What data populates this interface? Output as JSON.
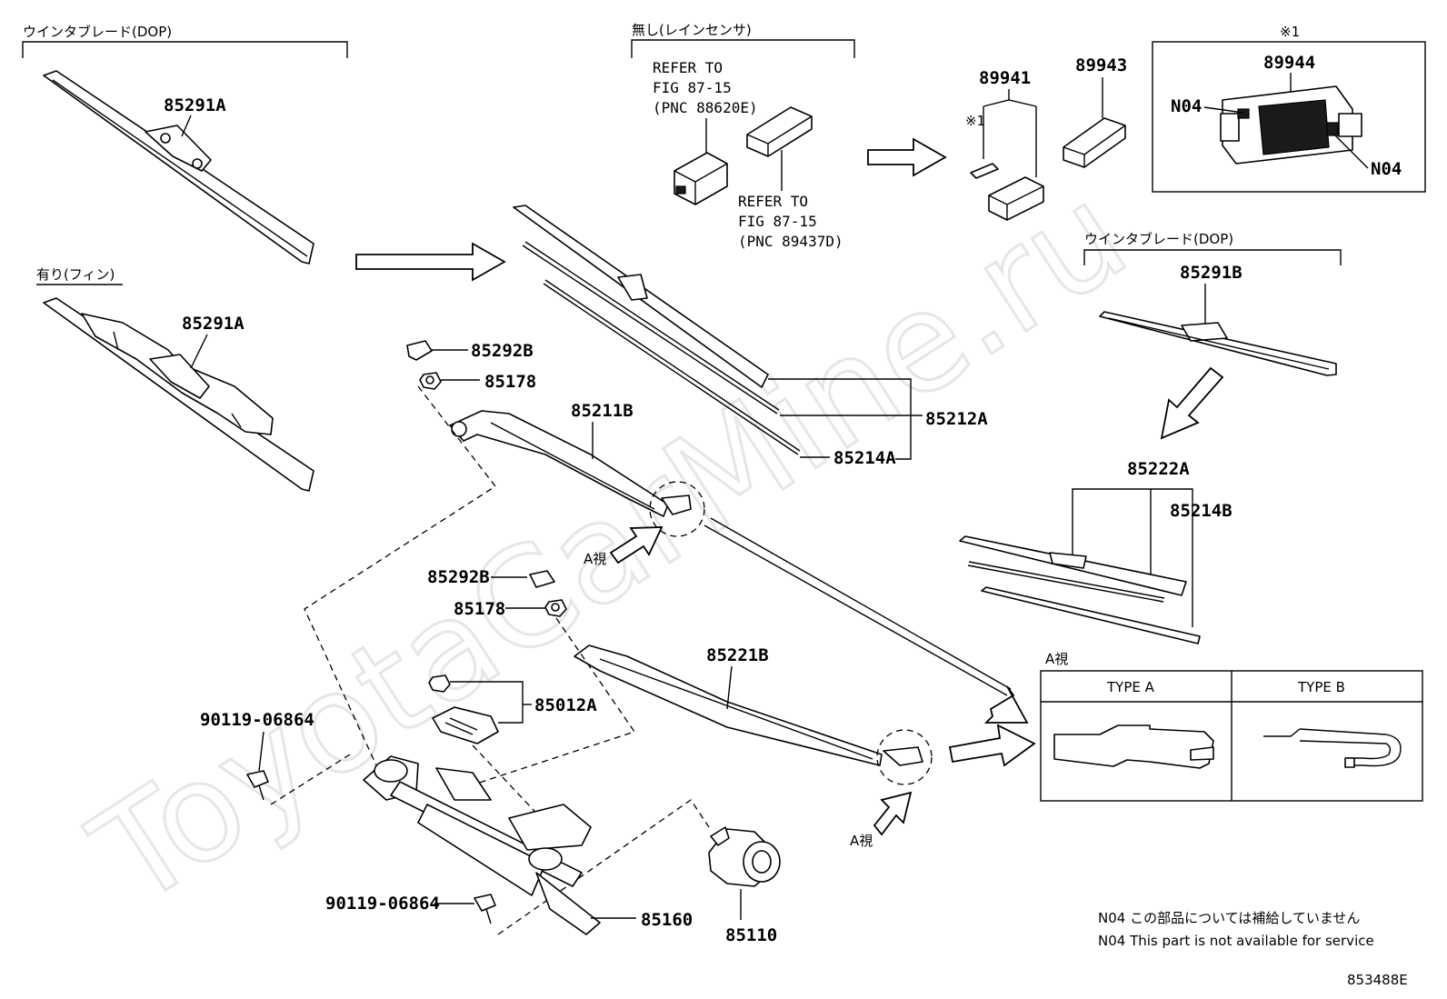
{
  "watermark": "ToyotaCarMine.ru",
  "labels": {
    "wiper_blade_dop_left": "ウインタブレード(DOP)",
    "with_fin": "有り(フィン)",
    "no_rain_sensor": "無し(レインセンサ)",
    "wiper_blade_dop_right": "ウインタブレード(DOP)",
    "note_mark": "※1",
    "view_a": "A視",
    "view_a_panel": "A視"
  },
  "parts": {
    "p85291A_1": "85291A",
    "p85291A_2": "85291A",
    "p85291B": "85291B",
    "p85292B_1": "85292B",
    "p85292B_2": "85292B",
    "p85178_1": "85178",
    "p85178_2": "85178",
    "p85211B": "85211B",
    "p85212A": "85212A",
    "p85214A": "85214A",
    "p85214B": "85214B",
    "p85222A": "85222A",
    "p85221B": "85221B",
    "p85012A": "85012A",
    "p85160": "85160",
    "p85110": "85110",
    "p90119_1": "90119-06864",
    "p90119_2": "90119-06864",
    "p89941": "89941",
    "p89943": "89943",
    "p89944": "89944",
    "n04_1": "N04",
    "n04_2": "N04"
  },
  "refs": {
    "ref1": [
      "REFER TO",
      "FIG 87-15",
      "(PNC 88620E)"
    ],
    "ref2": [
      "REFER TO",
      "FIG 87-15",
      "(PNC 89437D)"
    ]
  },
  "type_table": {
    "type_a": "TYPE A",
    "type_b": "TYPE B"
  },
  "notes": {
    "jp": "N04 この部品については補給していません",
    "en": "N04 This part is not available for service"
  },
  "figure_id": "853488E"
}
